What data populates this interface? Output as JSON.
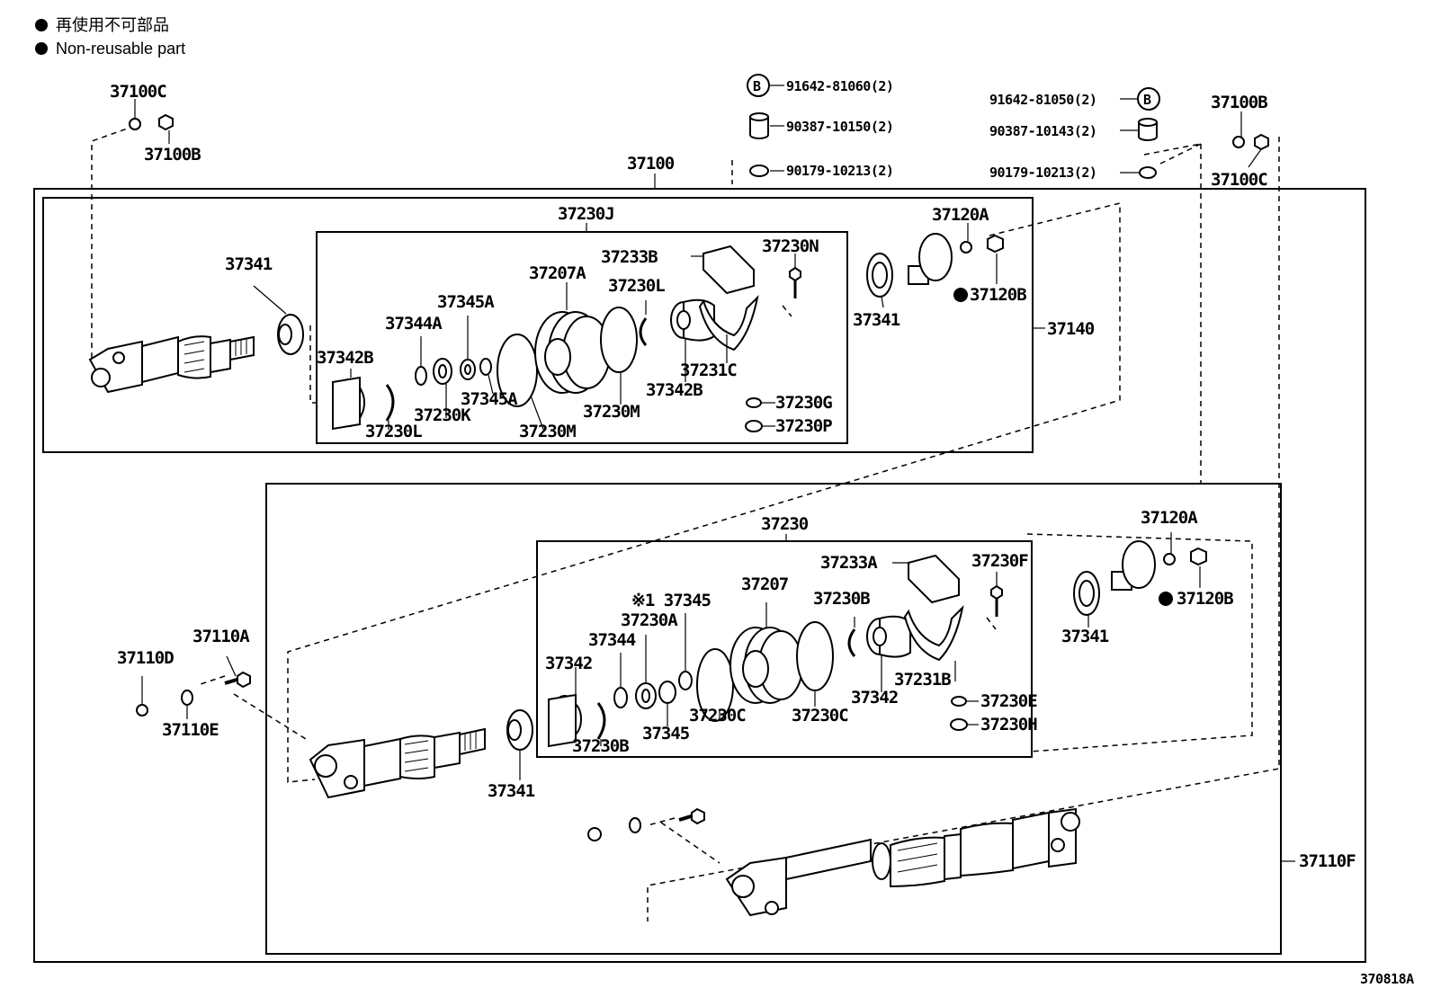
{
  "legend": {
    "jp": "再使用不可部品",
    "en": "Non-reusable part"
  },
  "diagram_id": "370818A",
  "labels": {
    "p37100": "37100",
    "p37100C_tl": "37100C",
    "p37100B_tl": "37100B",
    "p37100B_tr": "37100B",
    "p37100C_tr": "37100C",
    "b91642_81060": "91642-81060(2)",
    "b90387_10150": "90387-10150(2)",
    "b90179_10213_a": "90179-10213(2)",
    "b91642_81050": "91642-81050(2)",
    "b90387_10143": "90387-10143(2)",
    "b90179_10213_b": "90179-10213(2)",
    "circle_b": "B",
    "p37140": "37140",
    "p37230J": "37230J",
    "p37341_a": "37341",
    "p37342B_a": "37342B",
    "p37230L_a": "37230L",
    "p37344A": "37344A",
    "p37345A_a": "37345A",
    "p37230K": "37230K",
    "p37345A_b": "37345A",
    "p37230M_a": "37230M",
    "p37207A": "37207A",
    "p37230M_b": "37230M",
    "p37233B": "37233B",
    "p37230L_b": "37230L",
    "p37342B_b": "37342B",
    "p37231C": "37231C",
    "p37230N": "37230N",
    "p37230G": "37230G",
    "p37230P": "37230P",
    "p37341_b": "37341",
    "p37120A_a": "37120A",
    "p37120B_a": "37120B",
    "p37230": "37230",
    "p37110D": "37110D",
    "p37110A": "37110A",
    "p37110E": "37110E",
    "p37341_c": "37341",
    "p37342": "37342",
    "p37230B_a": "37230B",
    "p37344": "37344",
    "p37230A": "37230A",
    "p37345_a": "※1 37345",
    "p37345_b": "37345",
    "p37230C_a": "37230C",
    "p37207": "37207",
    "p37230C_b": "37230C",
    "p37233A": "37233A",
    "p37230F": "37230F",
    "p37230B_b": "37230B",
    "p37342_b": "37342",
    "p37231B": "37231B",
    "p37230E": "37230E",
    "p37230H": "37230H",
    "p37341_d": "37341",
    "p37120A_b": "37120A",
    "p37120B_b": "37120B",
    "p37110F": "37110F"
  }
}
